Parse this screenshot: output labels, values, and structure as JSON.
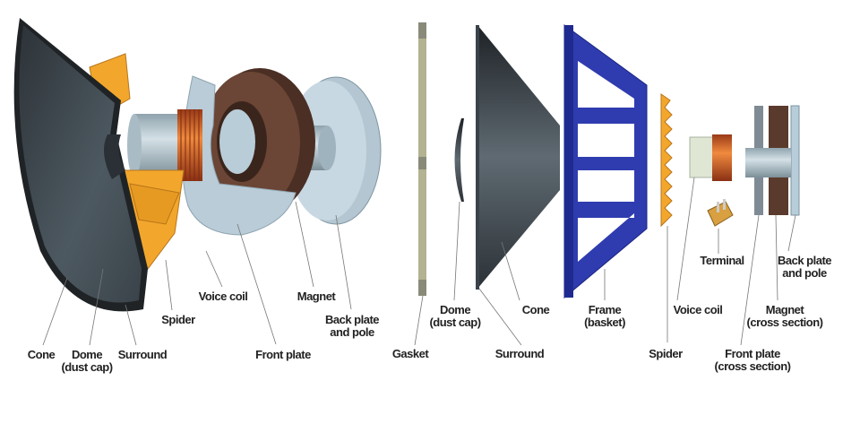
{
  "left_diagram": {
    "labels": {
      "cone": "Cone",
      "dome_1": "Dome",
      "dome_2": "(dust cap)",
      "surround": "Surround",
      "spider": "Spider",
      "voice_coil": "Voice coil",
      "front_plate": "Front plate",
      "magnet": "Magnet",
      "back_plate_1": "Back plate",
      "back_plate_2": "and pole"
    }
  },
  "right_diagram": {
    "labels": {
      "gasket": "Gasket",
      "dome_1": "Dome",
      "dome_2": "(dust cap)",
      "surround": "Surround",
      "cone": "Cone",
      "frame_1": "Frame",
      "frame_2": "(basket)",
      "spider": "Spider",
      "voice_coil": "Voice coil",
      "terminal": "Terminal",
      "front_plate_1": "Front plate",
      "front_plate_2": "(cross section)",
      "magnet_1": "Magnet",
      "magnet_2": "(cross section)",
      "back_plate_1": "Back plate",
      "back_plate_2": "and pole"
    }
  },
  "colors": {
    "cone": "#4a545c",
    "spider": "#f2a72c",
    "coil": "#d2562a",
    "plate": "#b7cdda",
    "magnet": "#5a3a2c",
    "frame": "#2a35a8",
    "gasket": "#a8a78a"
  }
}
